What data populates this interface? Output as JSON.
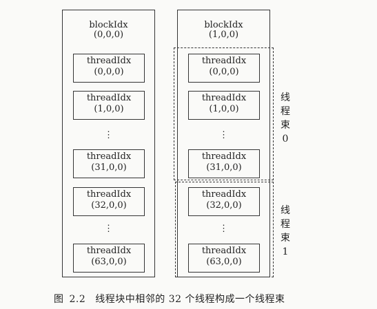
{
  "blocks": [
    {
      "name": "blockIdx",
      "index": "(0,0,0)",
      "threads": [
        {
          "name": "threadIdx",
          "index": "(0,0,0)"
        },
        {
          "name": "threadIdx",
          "index": "(1,0,0)"
        },
        {
          "name": "threadIdx",
          "index": "(31,0,0)"
        },
        {
          "name": "threadIdx",
          "index": "(32,0,0)"
        },
        {
          "name": "threadIdx",
          "index": "(63,0,0)"
        }
      ]
    },
    {
      "name": "blockIdx",
      "index": "(1,0,0)",
      "threads": [
        {
          "name": "threadIdx",
          "index": "(0,0,0)"
        },
        {
          "name": "threadIdx",
          "index": "(1,0,0)"
        },
        {
          "name": "threadIdx",
          "index": "(31,0,0)"
        },
        {
          "name": "threadIdx",
          "index": "(32,0,0)"
        },
        {
          "name": "threadIdx",
          "index": "(63,0,0)"
        }
      ]
    }
  ],
  "dots": "⋮",
  "warps": [
    {
      "label_chars": [
        "线",
        "程",
        "束",
        "0"
      ]
    },
    {
      "label_chars": [
        "线",
        "程",
        "束",
        "1"
      ]
    }
  ],
  "caption": {
    "prefix": "图",
    "number": "2.2",
    "text": "线程块中相邻的 32 个线程构成一个线程束"
  }
}
